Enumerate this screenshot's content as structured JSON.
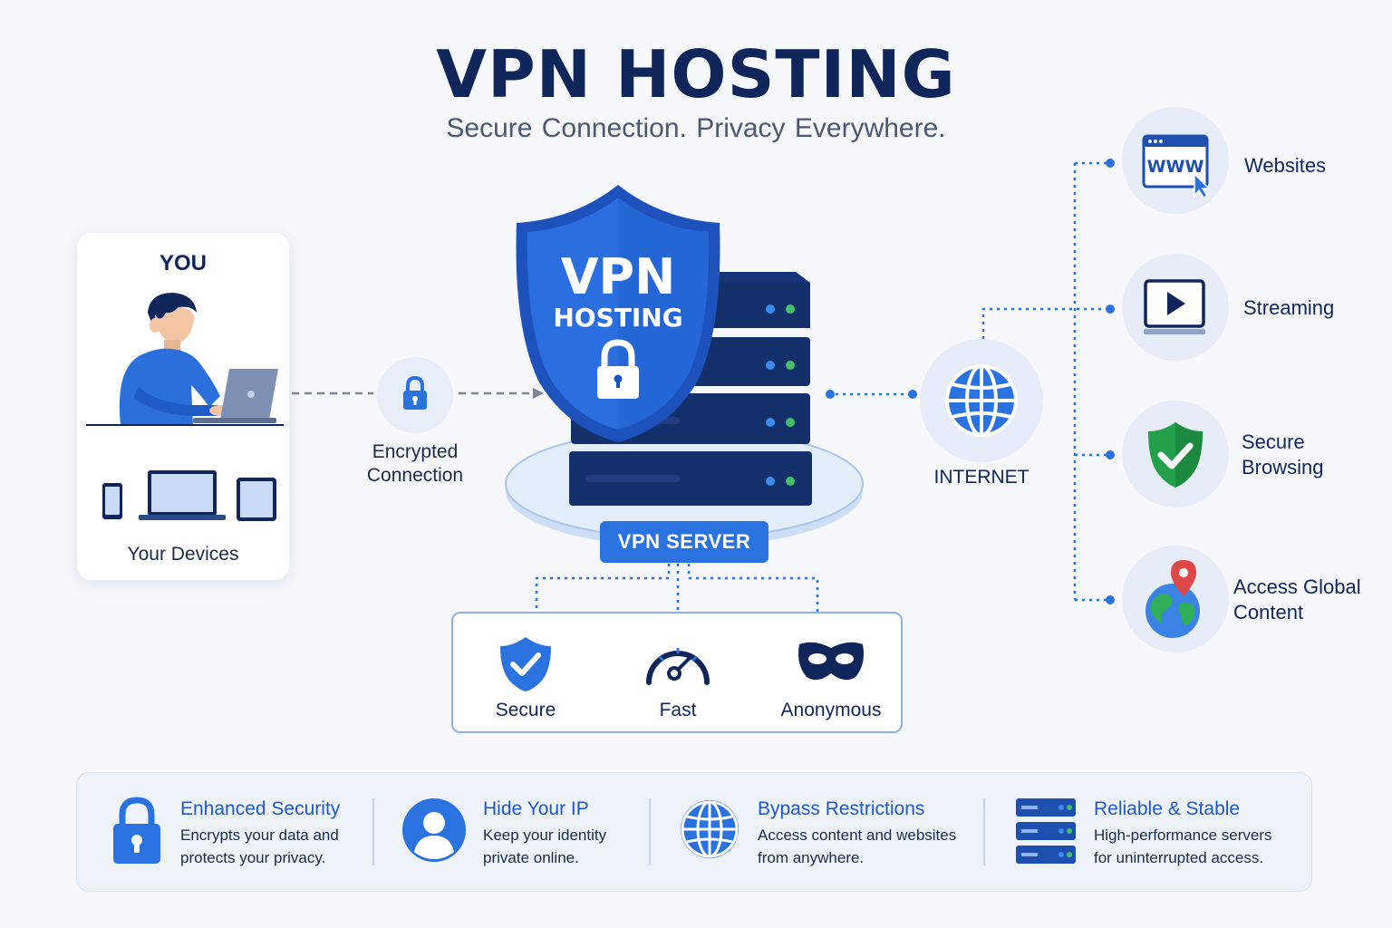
{
  "header": {
    "title": "VPN HOSTING",
    "subtitle": "Secure Connection.  Privacy Everywhere."
  },
  "you_card": {
    "title": "YOU",
    "devices_label": "Your Devices",
    "icons": [
      "person-laptop-icon",
      "smartphone-icon",
      "laptop-icon",
      "tablet-icon"
    ]
  },
  "encrypted": {
    "label_line1": "Encrypted",
    "label_line2": "Connection",
    "icon": "lock-icon"
  },
  "vpn_server": {
    "shield_title": "VPN",
    "shield_subtitle": "HOSTING",
    "label": "VPN SERVER"
  },
  "features": [
    {
      "label": "Secure",
      "icon": "shield-check-icon"
    },
    {
      "label": "Fast",
      "icon": "speedometer-icon"
    },
    {
      "label": "Anonymous",
      "icon": "mask-icon"
    }
  ],
  "internet": {
    "label": "INTERNET",
    "icon": "globe-icon"
  },
  "services": [
    {
      "line1": "Websites",
      "line2": "",
      "icon": "www-browser-icon"
    },
    {
      "line1": "Streaming",
      "line2": "",
      "icon": "play-screen-icon"
    },
    {
      "line1": "Secure",
      "line2": "Browsing",
      "icon": "green-shield-check-icon"
    },
    {
      "line1": "Access Global",
      "line2": "Content",
      "icon": "earth-pin-icon"
    }
  ],
  "benefits": [
    {
      "title": "Enhanced Security",
      "desc1": "Encrypts your data and",
      "desc2": "protects your privacy.",
      "icon": "padlock-icon"
    },
    {
      "title": "Hide Your IP",
      "desc1": "Keep your identity",
      "desc2": "private online.",
      "icon": "user-circle-icon"
    },
    {
      "title": "Bypass Restrictions",
      "desc1": "Access content and websites",
      "desc2": "from anywhere.",
      "icon": "globe-icon"
    },
    {
      "title": "Reliable & Stable",
      "desc1": "High-performance servers",
      "desc2": "for uninterrupted access.",
      "icon": "server-rack-icon"
    }
  ],
  "colors": {
    "navy": "#10265a",
    "brand_blue": "#2a72e0",
    "server_dark": "#13306b",
    "green": "#2bb35a",
    "red_pin": "#e04848"
  }
}
